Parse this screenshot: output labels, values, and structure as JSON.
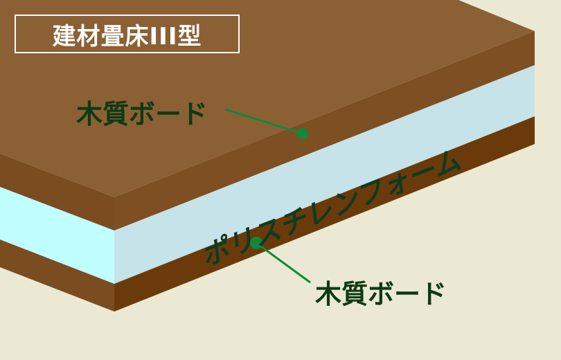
{
  "title": "建材畳床III型",
  "layers": {
    "top": "木質ボード",
    "middle": "ポリスチレンフォーム",
    "bottom": "木質ボード"
  },
  "colors": {
    "background": "#ebe9d3",
    "board_top_face": "#8b6035",
    "board_front_face": "#7a4c20",
    "board_side_face": "#6b3a0a",
    "foam_front_face": "#bfffff",
    "foam_side_face": "#c5e3e8",
    "leader_line": "#0e8a3a",
    "label_text": "#0d3a12"
  }
}
